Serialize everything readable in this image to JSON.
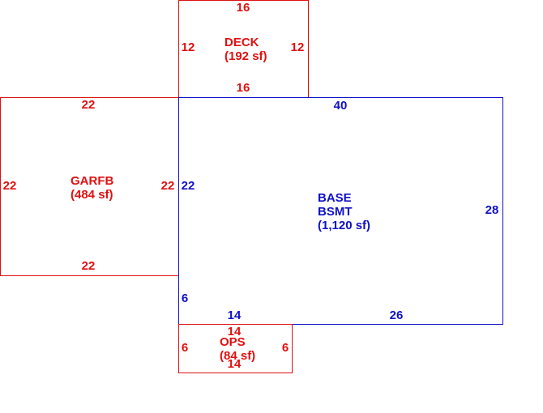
{
  "colors": {
    "red": "#e01010",
    "blue": "#1010c8",
    "background": "#ffffff"
  },
  "areas": {
    "deck": {
      "name": "DECK",
      "size": "(192 sf)",
      "dims": {
        "top": "16",
        "bottom": "16",
        "left": "12",
        "right": "12"
      }
    },
    "garfb": {
      "name": "GARFB",
      "size": "(484 sf)",
      "dims": {
        "top": "22",
        "bottom": "22",
        "left": "22",
        "right": "22"
      }
    },
    "base": {
      "name_line1": "BASE",
      "name_line2": "BSMT",
      "size": "(1,120 sf)",
      "dims": {
        "top": "40",
        "left_upper": "22",
        "right": "28",
        "left_step": "6",
        "bottom_left": "14",
        "bottom_right": "26"
      }
    },
    "ops": {
      "name": "OPS",
      "size": "(84 sf)",
      "dims": {
        "top": "14",
        "bottom": "14",
        "left": "6",
        "right": "6"
      }
    }
  }
}
